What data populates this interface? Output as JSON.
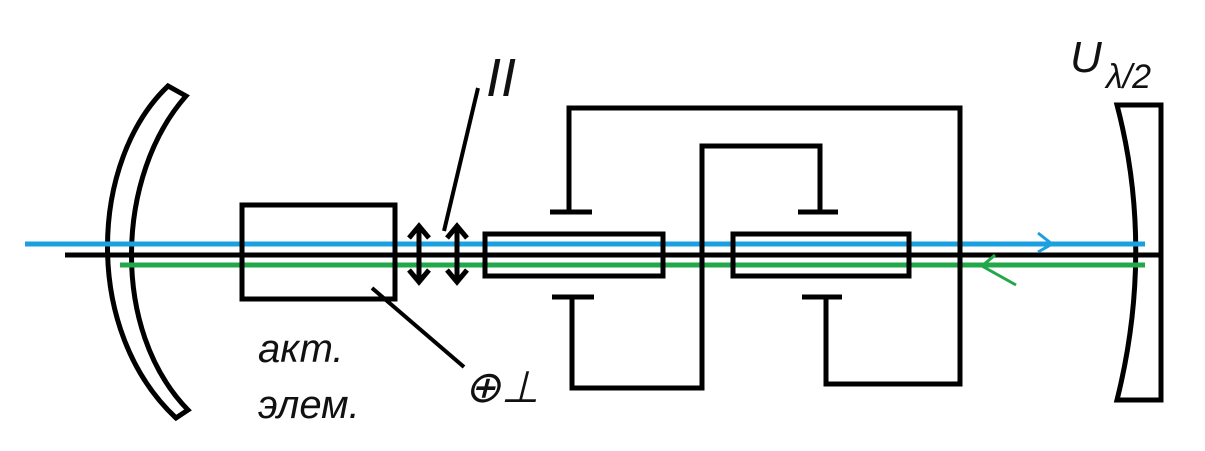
{
  "labels": {
    "active_element_line1": "акт.",
    "active_element_line2": "элем.",
    "parallel_polarization": "II",
    "half_wave_voltage_main": "U",
    "half_wave_voltage_sub": "λ/2",
    "perpendicular_polarization": "⊕⊥"
  },
  "beams": {
    "forward_color": "#1a9fe0",
    "return_color": "#22a84a"
  },
  "icons": [
    "concave-mirror-icon",
    "output-mirror-icon",
    "polarizer-arrow-icon",
    "pockels-cell-icon"
  ]
}
